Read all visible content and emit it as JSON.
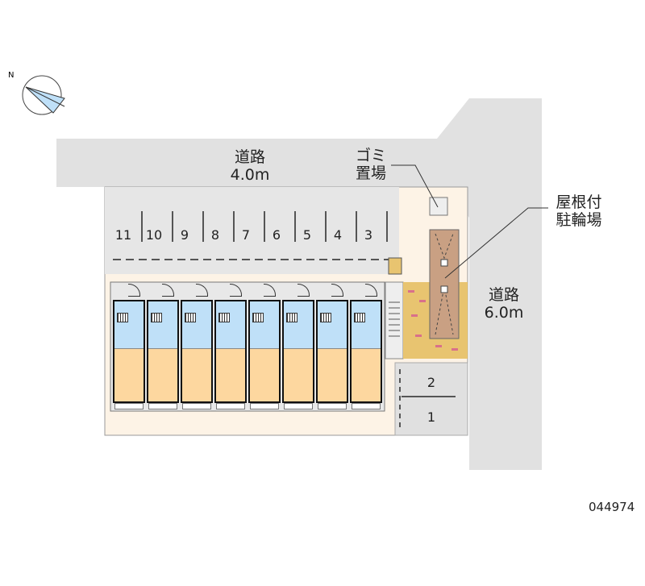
{
  "compass": {
    "icon": "north-arrow-icon",
    "north_label": "N"
  },
  "roads": {
    "top": {
      "name": "道路",
      "width": "4.0m"
    },
    "right": {
      "name": "道路",
      "width": "6.0m"
    }
  },
  "labels": {
    "garbage": [
      "ゴミ",
      "置場"
    ],
    "bicycle": [
      "屋根付",
      "駐輪場"
    ]
  },
  "parking_top": [
    "11",
    "10",
    "9",
    "8",
    "7",
    "6",
    "5",
    "4",
    "3"
  ],
  "parking_side": [
    "2",
    "1"
  ],
  "unit_count": 8,
  "property_id": "044974",
  "colors": {
    "road": "#e1e1e1",
    "parking": "#e6e6e6",
    "room": "#fdd79f",
    "wet": "#bfe0f8",
    "site": "#fdf3e6",
    "shelter": "#c9a083",
    "brick": "#e8c470"
  }
}
